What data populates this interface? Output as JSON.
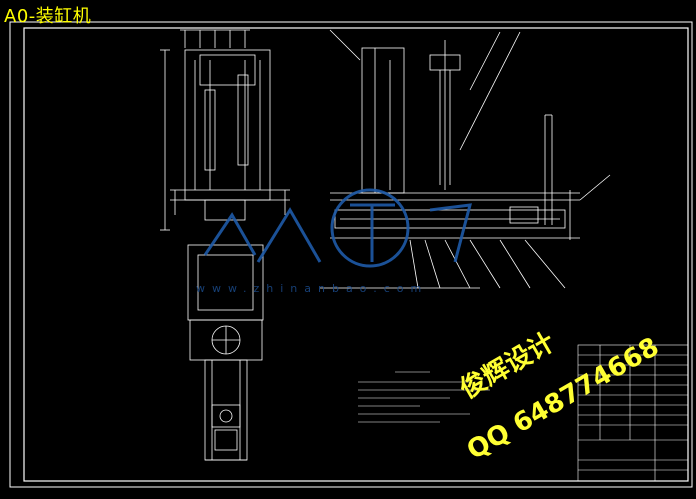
{
  "drawing": {
    "title": "A0-装缸机"
  },
  "watermarks": {
    "designer": "俊辉设计",
    "qq": "QQ 648774668",
    "site": "www.zhinanbao.com"
  },
  "colors": {
    "background": "#000000",
    "linework": "#ffffff",
    "title": "#ffff00",
    "watermark": "#ffff33",
    "logo": "#1e5aa8"
  }
}
